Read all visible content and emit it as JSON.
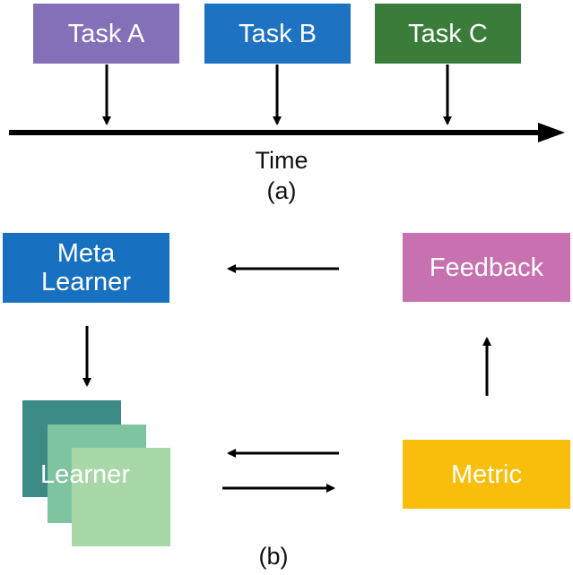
{
  "panel_a": {
    "tasks": [
      {
        "label": "Task A",
        "color": "#8470b8"
      },
      {
        "label": "Task B",
        "color": "#1d72c2"
      },
      {
        "label": "Task C",
        "color": "#3a7d3a"
      }
    ],
    "axis_label": "Time",
    "caption": "(a)"
  },
  "panel_b": {
    "meta_learner": {
      "line1": "Meta",
      "line2": "Learner",
      "color": "#1770c0"
    },
    "feedback": {
      "label": "Feedback",
      "color": "#c771b1"
    },
    "learner": {
      "label": "Learner",
      "colors": [
        "#3b8a85",
        "#7fc4a0",
        "#a8d8a8"
      ]
    },
    "metric": {
      "label": "Metric",
      "color": "#f9bd0c"
    },
    "caption": "(b)"
  }
}
